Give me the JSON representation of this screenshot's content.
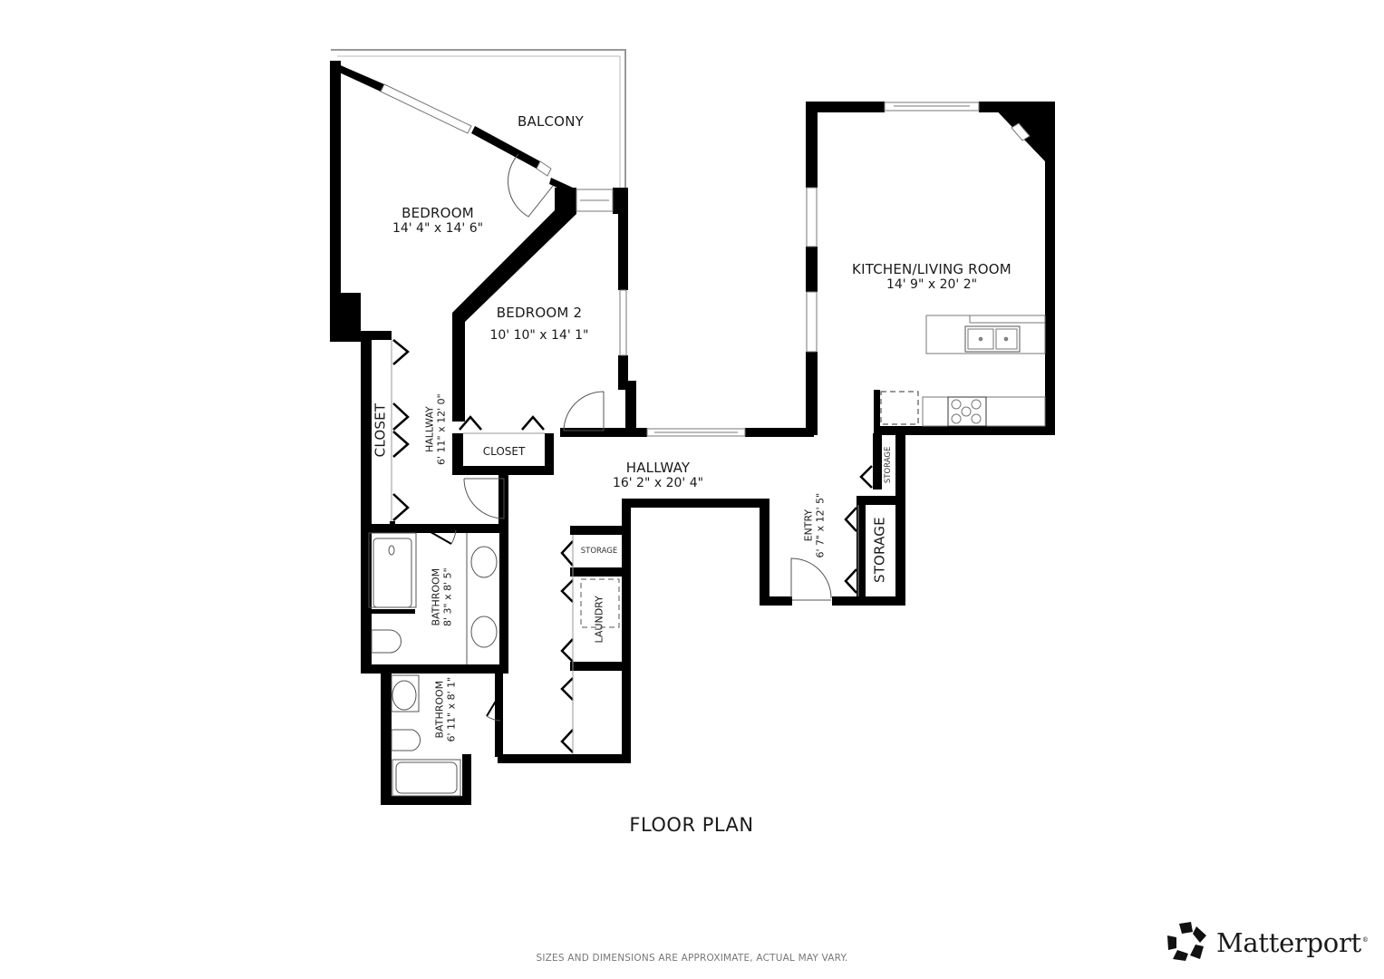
{
  "title": "FLOOR PLAN",
  "disclaimer": "SIZES AND DIMENSIONS ARE APPROXIMATE, ACTUAL MAY VARY.",
  "brand": {
    "name": "Matterport",
    "reg": "®",
    "logo_icon": "matterport-logo-icon"
  },
  "rooms": {
    "balcony": {
      "name": "BALCONY"
    },
    "bedroom": {
      "name": "BEDROOM",
      "dims": "14' 4\" x 14' 6\""
    },
    "bedroom2": {
      "name": "BEDROOM 2",
      "dims": "10' 10\" x 14' 1\""
    },
    "kitchen": {
      "name": "KITCHEN/LIVING ROOM",
      "dims": "14' 9\" x 20' 2\""
    },
    "hallway_main": {
      "name": "HALLWAY",
      "dims": "16' 2\" x 20' 4\""
    },
    "hallway_side": {
      "name": "HALLWAY",
      "dims": "6' 11\" x 12' 0\""
    },
    "closet_left": {
      "name": "CLOSET"
    },
    "closet_mid": {
      "name": "CLOSET"
    },
    "bathroom1": {
      "name": "BATHROOM",
      "dims": "8' 3\" x 8' 5\""
    },
    "bathroom2": {
      "name": "BATHROOM",
      "dims": "6' 11\" x 8' 1\""
    },
    "storage_small_left": {
      "name": "STORAGE"
    },
    "laundry": {
      "name": "LAUNDRY"
    },
    "entry": {
      "name": "ENTRY",
      "dims": "6' 7\" x 12' 5\""
    },
    "storage_small_right": {
      "name": "STORAGE"
    },
    "storage_large": {
      "name": "STORAGE"
    }
  }
}
